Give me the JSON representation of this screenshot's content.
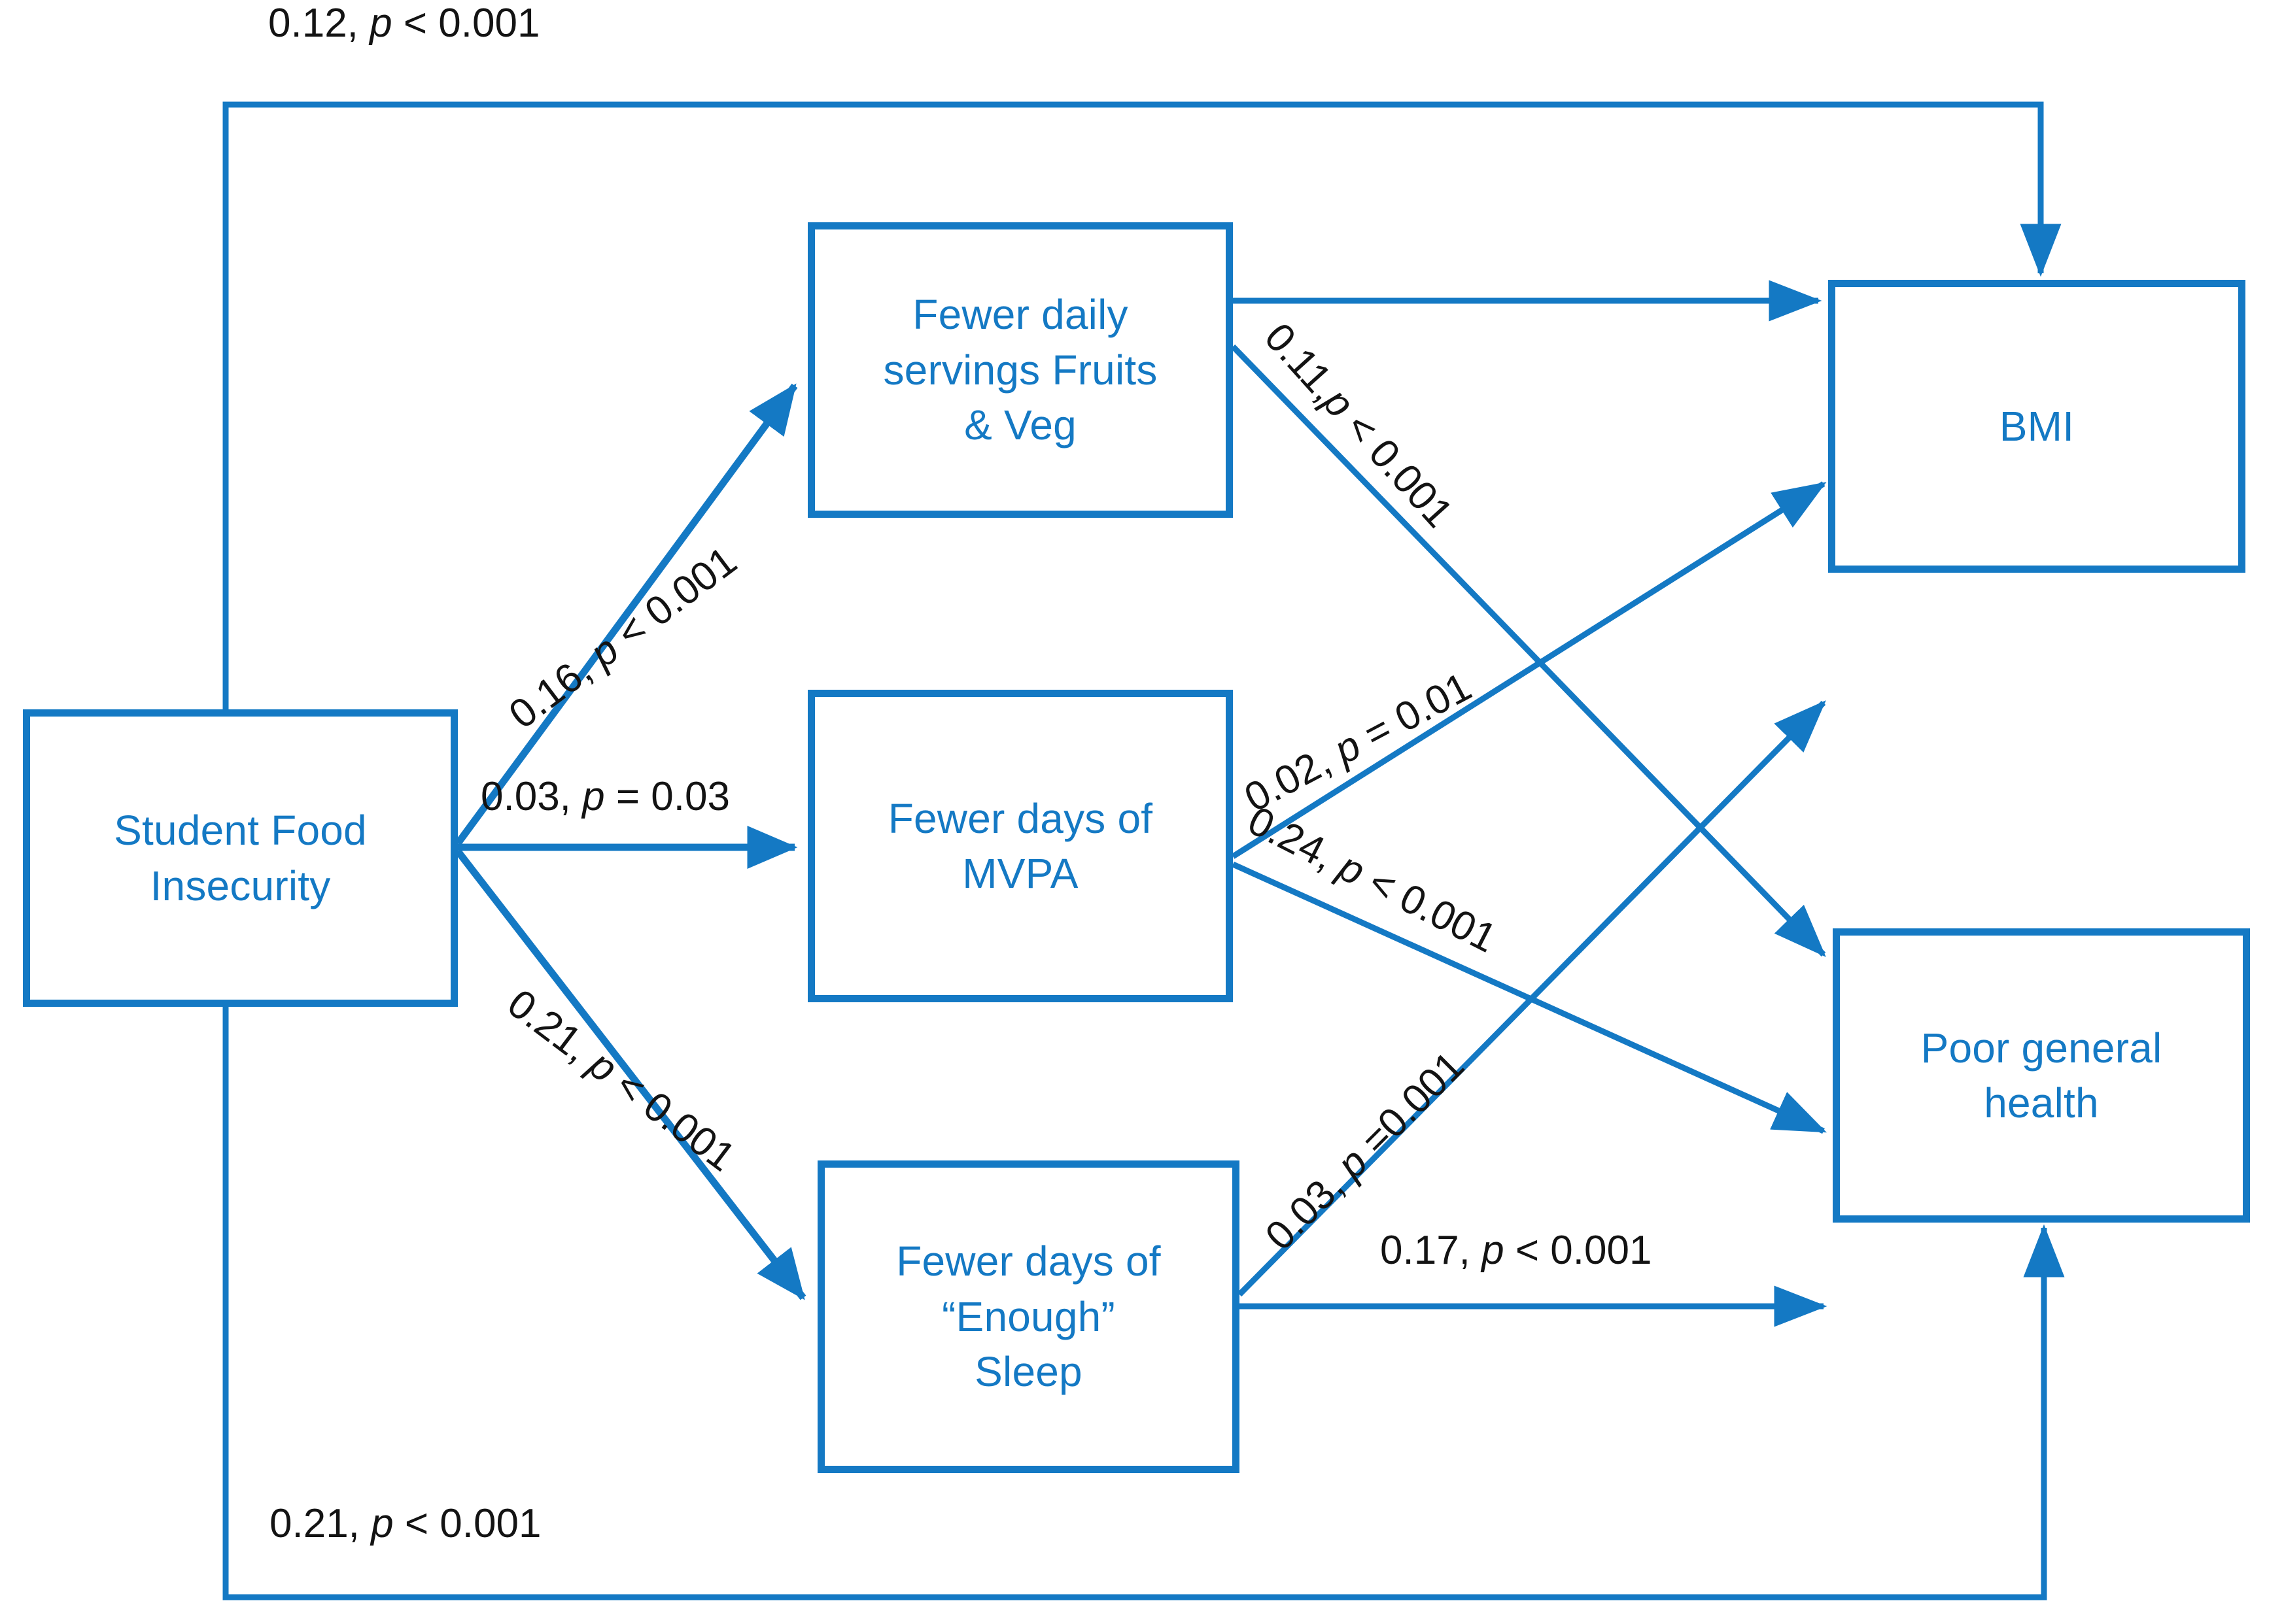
{
  "figure": {
    "type": "path-diagram",
    "accent_color": "#1479c4",
    "label_color": "#131313",
    "background": "#ffffff"
  },
  "nodes": {
    "exposure": {
      "id": "student-food-insecurity",
      "label": "Student Food\nInsecurity"
    },
    "mediator_fv": {
      "id": "fruits-veg",
      "label": "Fewer daily\nservings Fruits\n& Veg"
    },
    "mediator_mvpa": {
      "id": "mvpa",
      "label": "Fewer days of\nMVPA"
    },
    "mediator_sleep": {
      "id": "enough-sleep",
      "label": "Fewer days of\n“Enough”\nSleep"
    },
    "outcome_bmi": {
      "id": "bmi",
      "label": "BMI"
    },
    "outcome_health": {
      "id": "poor-general-health",
      "label": "Poor general\nhealth"
    }
  },
  "chart_data": {
    "type": "diagram",
    "title": "",
    "edges": [
      {
        "id": "sfi-to-bmi",
        "from": "Student Food Insecurity",
        "to": "BMI",
        "coefficient": "0.12",
        "p_operator": "<",
        "p_value": "0.001",
        "label_prefix": "0.12, ",
        "label_p": "p",
        "label_suffix": " < 0.001",
        "rotation_deg": 0
      },
      {
        "id": "sfi-to-fv",
        "from": "Student Food Insecurity",
        "to": "Fewer daily servings Fruits & Veg",
        "coefficient": "0.16",
        "p_operator": "<",
        "p_value": "0.001",
        "label_prefix": "0.16, ",
        "label_p": "p",
        "label_suffix": " < 0.001",
        "rotation_deg": -37
      },
      {
        "id": "sfi-to-mvpa",
        "from": "Student Food Insecurity",
        "to": "Fewer days of MVPA",
        "coefficient": "0.03",
        "p_operator": "=",
        "p_value": "0.03",
        "label_prefix": "0.03, ",
        "label_p": "p",
        "label_suffix": " = 0.03",
        "rotation_deg": 0
      },
      {
        "id": "sfi-to-sleep",
        "from": "Student Food Insecurity",
        "to": "Fewer days of “Enough” Sleep",
        "coefficient": "0.21",
        "p_operator": "<",
        "p_value": "0.001",
        "label_prefix": "0.21, ",
        "label_p": "p",
        "label_suffix": " < 0.001",
        "rotation_deg": 37
      },
      {
        "id": "fv-to-bmi",
        "from": "Fewer daily servings Fruits & Veg",
        "to": "BMI",
        "coefficient": "",
        "p_operator": "",
        "p_value": "",
        "label_prefix": "",
        "label_p": "",
        "label_suffix": "",
        "rotation_deg": 0
      },
      {
        "id": "fv-to-health",
        "from": "Fewer daily servings Fruits & Veg",
        "to": "Poor general health",
        "coefficient": "0.11",
        "p_operator": "<",
        "p_value": "0.001",
        "label_prefix": "0.11,",
        "label_p": "p",
        "label_suffix": " < 0.001",
        "rotation_deg": 48
      },
      {
        "id": "mvpa-to-bmi",
        "from": "Fewer days of MVPA",
        "to": "BMI",
        "coefficient": "0.02",
        "p_operator": "=",
        "p_value": "0.01",
        "label_prefix": "0.02, ",
        "label_p": "p",
        "label_suffix": " = 0.01",
        "rotation_deg": -28
      },
      {
        "id": "mvpa-to-health",
        "from": "Fewer days of MVPA",
        "to": "Poor general health",
        "coefficient": "0.24",
        "p_operator": "<",
        "p_value": "0.001",
        "label_prefix": "0.24, ",
        "label_p": "p",
        "label_suffix": " < 0.001",
        "rotation_deg": 27
      },
      {
        "id": "sleep-to-bmi",
        "from": "Fewer days of “Enough” Sleep",
        "to": "BMI",
        "coefficient": "0.03",
        "p_operator": "=",
        "p_value": "0.001",
        "label_prefix": "0.03, ",
        "label_p": "p",
        "label_suffix": " =0.001",
        "rotation_deg": -45
      },
      {
        "id": "sleep-to-health",
        "from": "Fewer days of “Enough” Sleep",
        "to": "Poor general health",
        "coefficient": "0.17",
        "p_operator": "<",
        "p_value": "0.001",
        "label_prefix": "0.17, ",
        "label_p": "p",
        "label_suffix": " < 0.001",
        "rotation_deg": 0
      },
      {
        "id": "sfi-to-health",
        "from": "Student Food Insecurity",
        "to": "Poor general health",
        "coefficient": "0.21",
        "p_operator": "<",
        "p_value": "0.001",
        "label_prefix": "0.21, ",
        "label_p": "p",
        "label_suffix": " < 0.001",
        "rotation_deg": 0
      }
    ]
  }
}
